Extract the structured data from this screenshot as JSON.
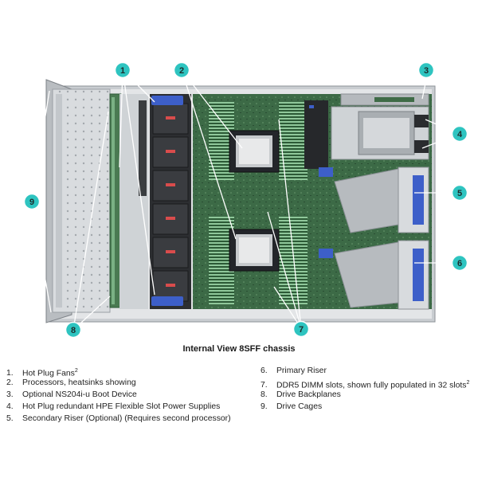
{
  "figure": {
    "callouts": [
      "1",
      "2",
      "3",
      "4",
      "5",
      "6",
      "7",
      "8",
      "9"
    ],
    "caption": "Internal View 8SFF chassis",
    "colors": {
      "callout": "#2ec4c0",
      "chassis": "#d8dbde",
      "board": "#3e6b47",
      "accent": "#3d5fc9"
    }
  },
  "legend": {
    "left": [
      {
        "num": "1.",
        "text": "Hot Plug Fans",
        "sup": "2"
      },
      {
        "num": "2.",
        "text": "Processors, heatsinks showing",
        "sup": ""
      },
      {
        "num": "3.",
        "text": "Optional NS204i-u Boot Device",
        "sup": ""
      },
      {
        "num": "4.",
        "text": "Hot Plug redundant HPE Flexible Slot Power Supplies",
        "sup": ""
      },
      {
        "num": "5.",
        "text": "Secondary Riser (Optional) (Requires second processor)",
        "sup": ""
      }
    ],
    "right": [
      {
        "num": "6.",
        "text": "Primary Riser",
        "sup": ""
      },
      {
        "num": "7.",
        "text": "DDR5 DIMM slots, shown fully populated in 32 slots",
        "sup": "2"
      },
      {
        "num": "8.",
        "text": "Drive Backplanes",
        "sup": ""
      },
      {
        "num": "9.",
        "text": "Drive Cages",
        "sup": ""
      }
    ]
  }
}
